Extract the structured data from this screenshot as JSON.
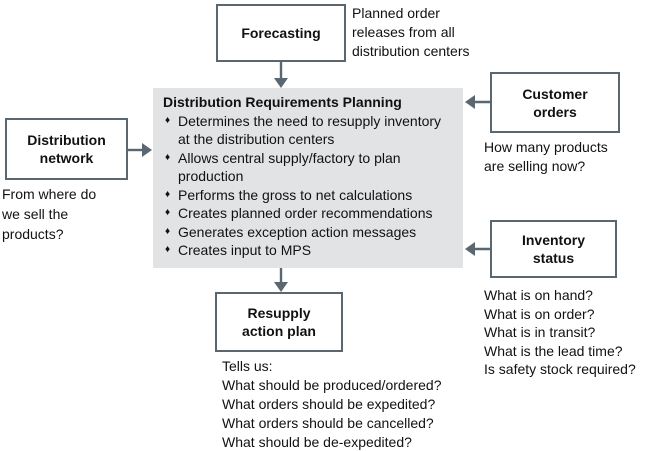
{
  "diagram": {
    "forecasting": {
      "label": "Forecasting",
      "caption": "Planned order\nreleases from all\ndistribution centers"
    },
    "drp": {
      "title": "Distribution Requirements Planning",
      "bullet_icon": "♦",
      "bullets": [
        "Determines the need to resupply inventory at the distribution centers",
        "Allows central supply/factory to plan production",
        "Performs the gross to net calculations",
        "Creates planned order recommendations",
        "Generates exception action messages",
        "Creates input to MPS"
      ]
    },
    "distribution_network": {
      "label": "Distribution\nnetwork",
      "caption": "From where do\nwe sell the\nproducts?"
    },
    "customer_orders": {
      "label": "Customer\norders",
      "caption": "How many products\nare selling now?"
    },
    "inventory_status": {
      "label": "Inventory\nstatus",
      "caption": "What is on hand?\nWhat is on order?\nWhat is in transit?\nWhat is the lead time?\nIs safety stock required?"
    },
    "resupply_action_plan": {
      "label": "Resupply\naction plan",
      "caption": "Tells us:\nWhat should be produced/ordered?\nWhat orders should be expedited?\nWhat orders should be cancelled?\nWhat should be de-expedited?"
    },
    "colors": {
      "border": "#5b6770",
      "panel_fill": "#e1e3e4",
      "text": "#111111"
    }
  }
}
